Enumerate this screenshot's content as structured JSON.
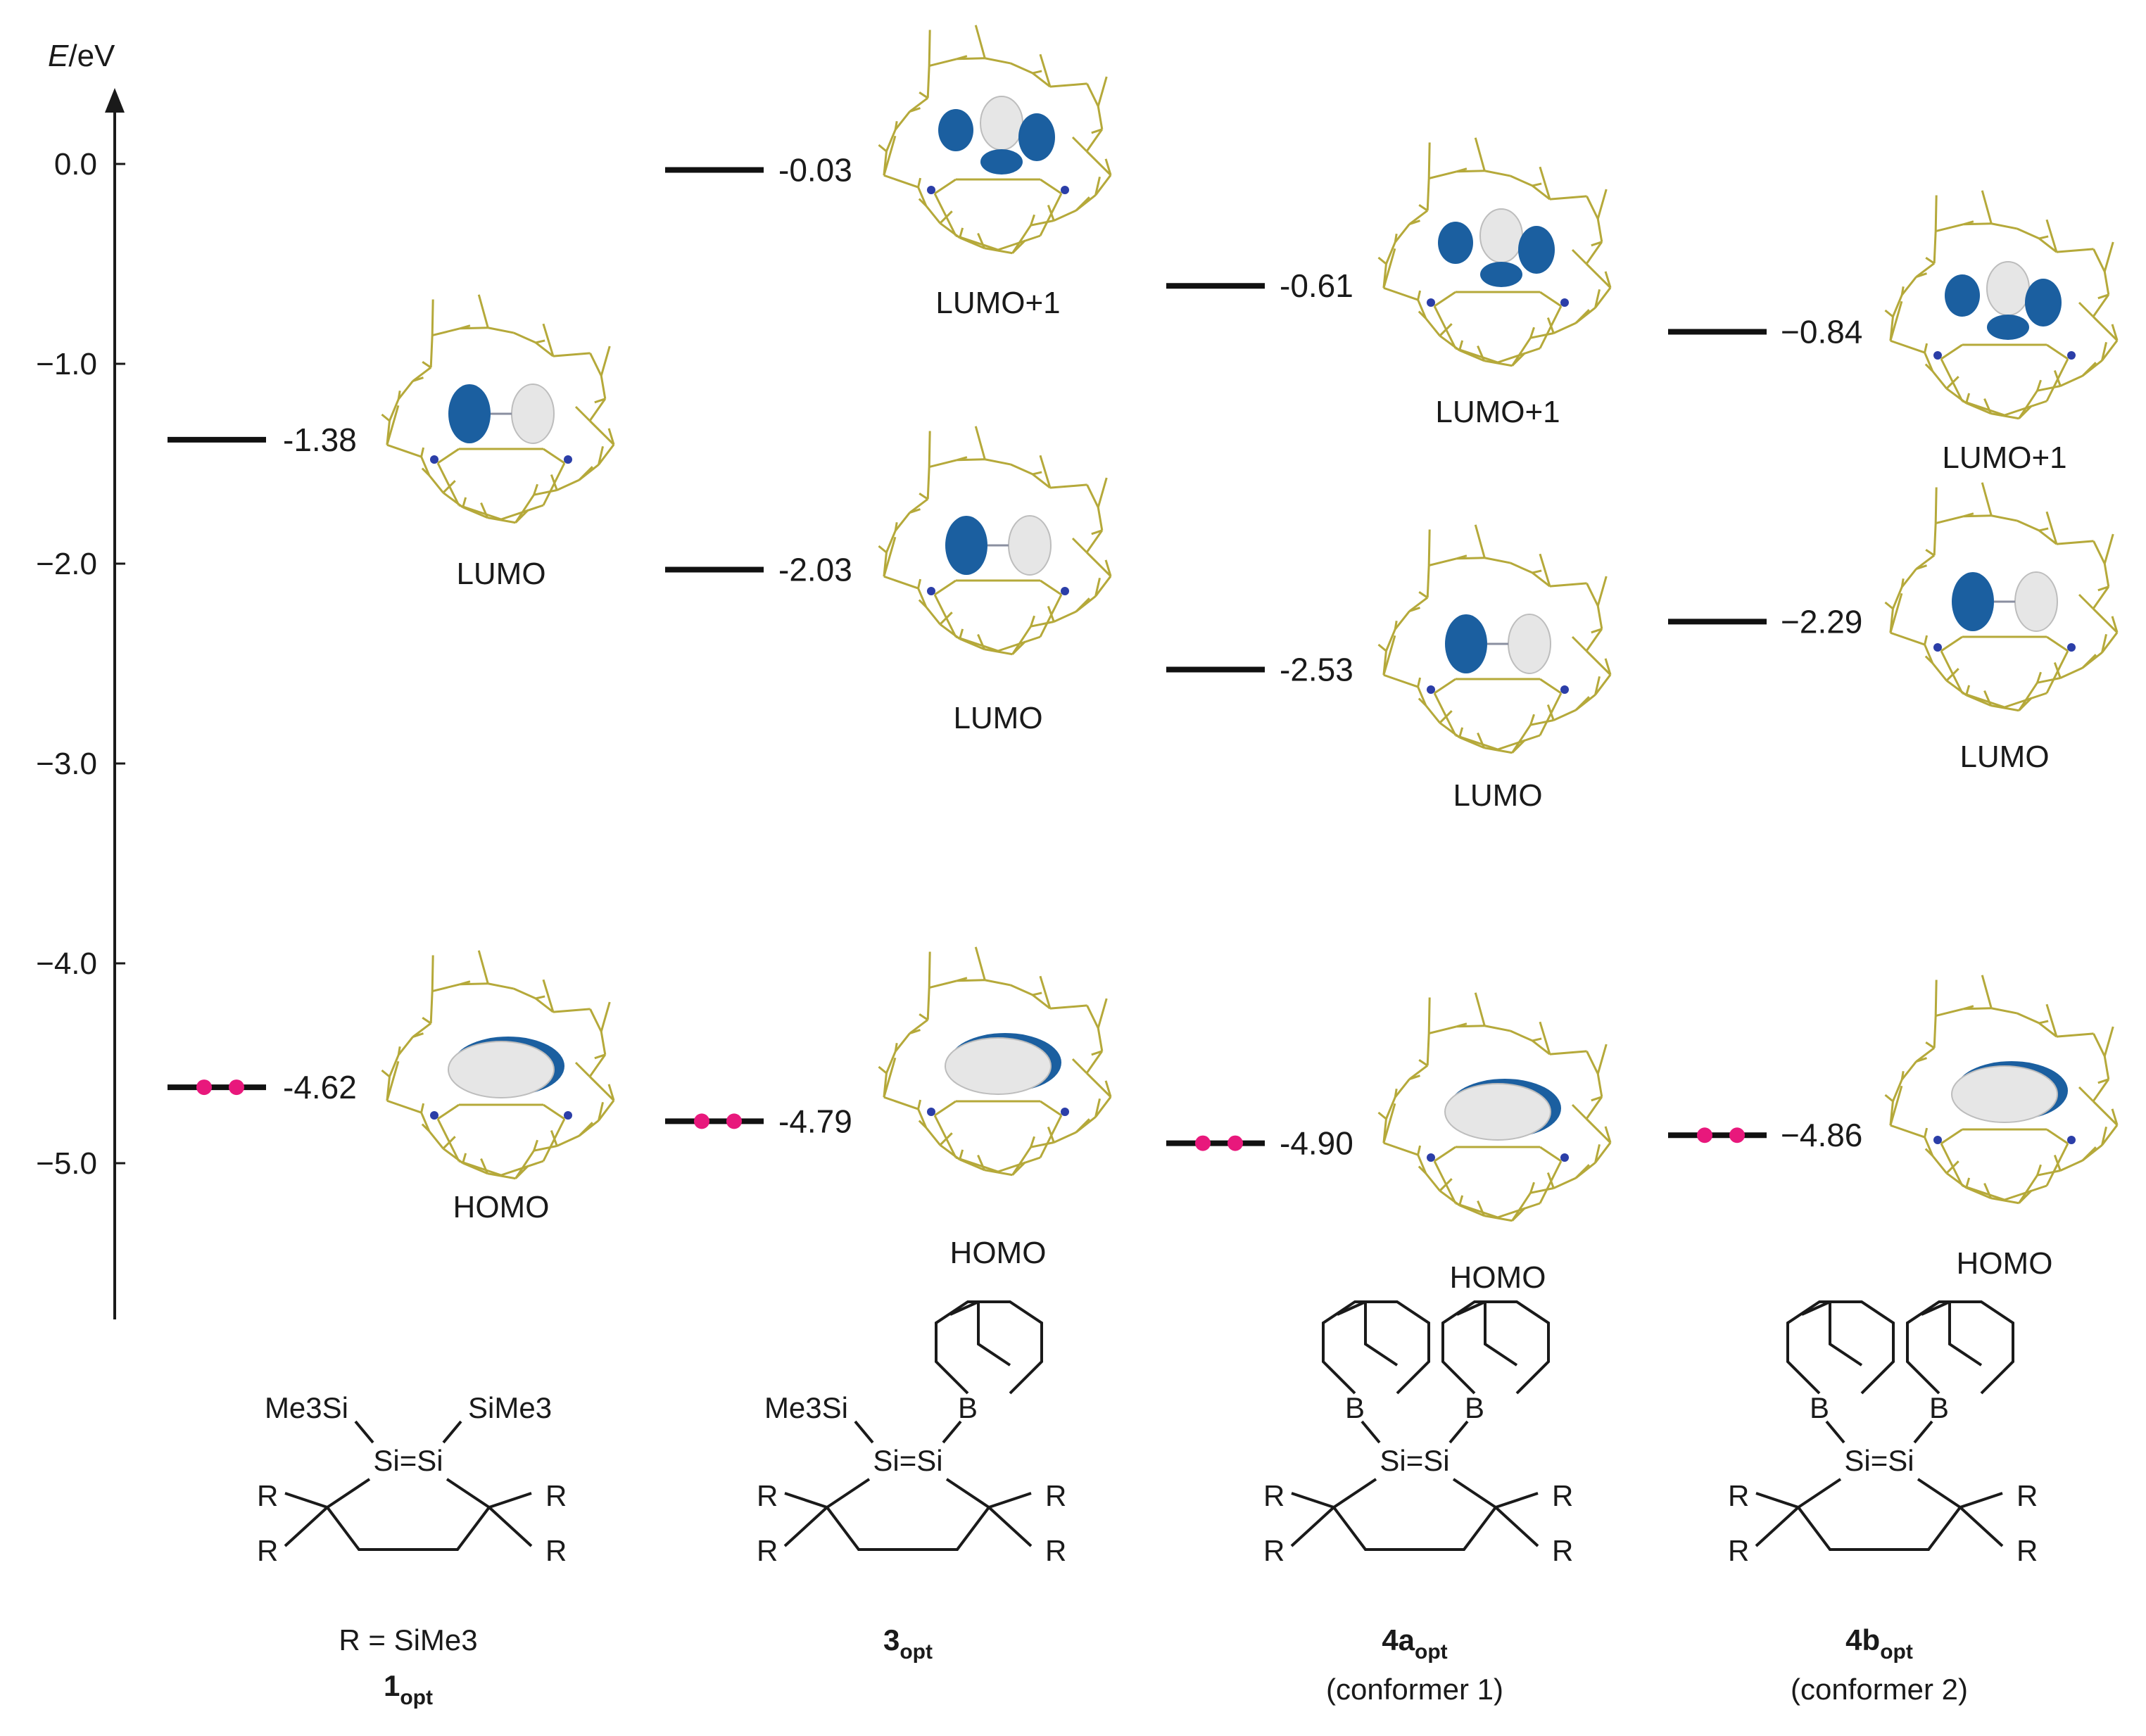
{
  "axis": {
    "label_italic": "E",
    "label_unit": "/eV",
    "ticks": [
      "0.0",
      "−1.0",
      "−2.0",
      "−3.0",
      "−4.0",
      "−5.0"
    ],
    "tick_values": [
      0,
      -1,
      -2,
      -3,
      -4,
      -5
    ],
    "range": [
      -5.8,
      0.3
    ]
  },
  "columns": [
    {
      "id": "1",
      "levels": [
        {
          "energy": -1.38,
          "label": "-1.38",
          "orbital": "LUMO",
          "occupied": false
        },
        {
          "energy": -4.62,
          "label": "-4.62",
          "orbital": "HOMO",
          "occupied": true
        }
      ],
      "structure": {
        "left_sub": "Me3Si",
        "right_sub": "SiMe3",
        "r_def": "R = SiMe3",
        "compound": "1",
        "compound_sub": "opt",
        "note": ""
      }
    },
    {
      "id": "3",
      "levels": [
        {
          "energy": -0.03,
          "label": "-0.03",
          "orbital": "LUMO+1",
          "occupied": false
        },
        {
          "energy": -2.03,
          "label": "-2.03",
          "orbital": "LUMO",
          "occupied": false
        },
        {
          "energy": -4.79,
          "label": "-4.79",
          "orbital": "HOMO",
          "occupied": true
        }
      ],
      "structure": {
        "left_sub": "Me3Si",
        "right_sub": "B",
        "compound": "3",
        "compound_sub": "opt",
        "note": ""
      }
    },
    {
      "id": "4a",
      "levels": [
        {
          "energy": -0.61,
          "label": "-0.61",
          "orbital": "LUMO+1",
          "occupied": false
        },
        {
          "energy": -2.53,
          "label": "-2.53",
          "orbital": "LUMO",
          "occupied": false
        },
        {
          "energy": -4.9,
          "label": "-4.90",
          "orbital": "HOMO",
          "occupied": true
        }
      ],
      "structure": {
        "left_sub": "B",
        "right_sub": "B",
        "compound": "4a",
        "compound_sub": "opt",
        "note": "(conformer 1)"
      }
    },
    {
      "id": "4b",
      "levels": [
        {
          "energy": -0.84,
          "label": "−0.84",
          "orbital": "LUMO+1",
          "occupied": false
        },
        {
          "energy": -2.29,
          "label": "−2.29",
          "orbital": "LUMO",
          "occupied": false
        },
        {
          "energy": -4.86,
          "label": "−4.86",
          "orbital": "HOMO",
          "occupied": true
        }
      ],
      "structure": {
        "left_sub": "B",
        "right_sub": "B",
        "compound": "4b",
        "compound_sub": "opt",
        "note": "(conformer 2)"
      }
    }
  ],
  "chem": {
    "si_double": "Si=Si",
    "r": "R"
  },
  "colors": {
    "electron": "#e8187c",
    "lobe_blue": "#1b5fa0",
    "lobe_white": "#e6e6e6",
    "stick": "#b5a93a"
  }
}
